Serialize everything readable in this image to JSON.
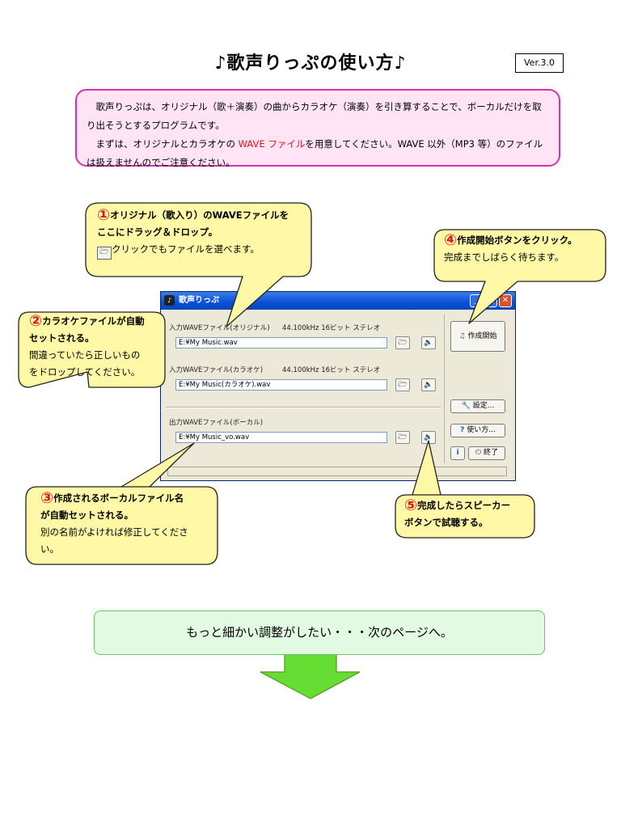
{
  "title": "♪歌声りっぷの使い方♪",
  "version": "Ver.3.0",
  "intro": {
    "line1": "歌声りっぷは、オリジナル（歌＋演奏）の曲からカラオケ（演奏）を引き算することで、ボーカルだけを取り出そうとするプログラムです。",
    "line2_pre": "まずは、オリジナルとカラオケの ",
    "line2_red": "WAVE ファイル",
    "line2_post": "を用意してください。WAVE 以外（MP3 等）のファイルは扱えませんのでご注意ください。"
  },
  "bubbles": {
    "b1": {
      "num": "①",
      "line1": "オリジナル（歌入り）のWAVEファイルを",
      "line2": "ここにドラッグ＆ドロップ。",
      "line3": "クリックでもファイルを選べます。"
    },
    "b2": {
      "num": "②",
      "line1": "カラオケファイルが自動",
      "line2": "セットされる。",
      "line3": "間違っていたら正しいもの",
      "line4": "をドロップしてください。"
    },
    "b3": {
      "num": "③",
      "line1": "作成されるボーカルファイル名",
      "line2": "が自動セットされる。",
      "line3": "別の名前がよければ修正してくださ",
      "line4": "い。"
    },
    "b4": {
      "num": "④",
      "line1": "作成開始ボタンをクリック。",
      "line2": "完成までしばらく待ちます。"
    },
    "b5": {
      "num": "⑤",
      "line1": "完成したらスピーカー",
      "line2": "ボタンで試聴する。"
    }
  },
  "window": {
    "title": "歌声りっぷ",
    "input_label": "入力WAVEファイル(オリジナル)",
    "input_format": "44.100kHz 16ビット ステレオ",
    "input_value": "E:¥My Music.wav",
    "karaoke_label": "入力WAVEファイル(カラオケ)",
    "karaoke_format": "44.100kHz 16ビット ステレオ",
    "karaoke_value": "E:¥My Music(カラオケ).wav",
    "output_label": "出力WAVEファイル(ボーカル)",
    "output_value": "E:¥My Music_vo.wav",
    "start_button": "作成開始",
    "settings_button": "設定...",
    "howto_button": "使い方...",
    "exit_button": "終了"
  },
  "next_page": "もっと細かい調整がしたい・・・次のページへ。",
  "colors": {
    "accent_red": "#e0151b",
    "intro_border": "#d633a8",
    "bubble_fill": "#fff8a6",
    "arrow_green": "#66dd33"
  }
}
